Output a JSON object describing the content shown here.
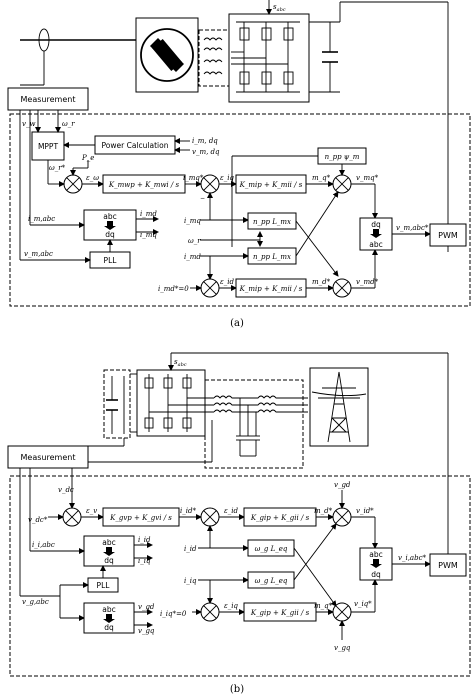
{
  "diagram_a": {
    "caption": "(a)",
    "switch_signal": "s",
    "switch_signal_sub": "abc",
    "measurement": "Measurement",
    "mppt": "MPPT",
    "power_calc": "Power Calculation",
    "pll": "PLL",
    "pwm": "PWM",
    "abc_dq": {
      "top": "abc",
      "bottom": "dq"
    },
    "dq_abc": {
      "top": "dq",
      "bottom": "abc"
    },
    "pi_speed": "K_mwp + K_mwi / s",
    "pi_q": "K_mip + K_mii / s",
    "pi_d": "K_mip + K_mii / s",
    "ff_flux": "n_pp ψ_m",
    "ff_lq": "n_pp L_mx",
    "ff_ld": "n_pp L_mx",
    "labels": {
      "v_w": "v_w",
      "omega_r": "ω_r",
      "omega_r2": "ω_r",
      "omega_r_ref": "ω_r*",
      "P_e": "P_e",
      "i_m_dq": "i_m, dq",
      "v_m_dq": "v_m, dq",
      "eps_w": "ε_ω",
      "i_mq_ref": "i_mq*",
      "eps_iq": "ε_iq",
      "m_q_ref": "m_q*",
      "v_mq_ref": "v_mq*",
      "i_m_abc": "i_m,abc",
      "i_md": "i_md",
      "i_mq": "i_mq",
      "v_m_abc": "v_m,abc",
      "i_mq_in": "i_mq",
      "i_md_in": "i_md",
      "i_md_ref": "i_md*=0",
      "eps_id": "ε_id",
      "m_d_ref": "m_d*",
      "v_md_ref": "v_md*",
      "v_m_abc_ref": "v_m,abc*"
    }
  },
  "diagram_b": {
    "caption": "(b)",
    "switch_signal": "s",
    "switch_signal_sub": "abc",
    "measurement": "Measurement",
    "pll": "PLL",
    "pwm": "PWM",
    "abc_dq": {
      "top": "abc",
      "bottom": "dq"
    },
    "dq_abc": {
      "top": "abc",
      "bottom": "dq"
    },
    "pi_v": "K_gvp + K_gvi / s",
    "pi_d": "K_gip + K_gii / s",
    "pi_q": "K_gip + K_gii / s",
    "ff_ld": "ω_g L_eq",
    "ff_lq": "ω_g L_eq",
    "labels": {
      "v_dc": "v_dc",
      "v_dc_ref": "v_dc*",
      "eps_v": "ε_v",
      "i_id_ref": "i_id*",
      "eps_id": "ε_id",
      "m_d_ref": "m_d*",
      "v_id_ref": "v_id*",
      "v_gd_top": "v_gd",
      "i_i_abc": "i_i,abc",
      "i_id": "i_id",
      "i_iq": "i_iq",
      "i_id_in": "i_id",
      "i_iq_in": "i_iq",
      "v_g_abc": "v_g,abc",
      "v_gd": "v_gd",
      "v_gq": "v_gq",
      "i_iq_ref": "i_iq*=0",
      "eps_iq": "ε_iq",
      "m_q_ref": "m_q*",
      "v_iq_ref": "v_iq*",
      "v_gq_bot": "v_gq",
      "v_i_abc_ref": "v_i,abc*"
    }
  }
}
